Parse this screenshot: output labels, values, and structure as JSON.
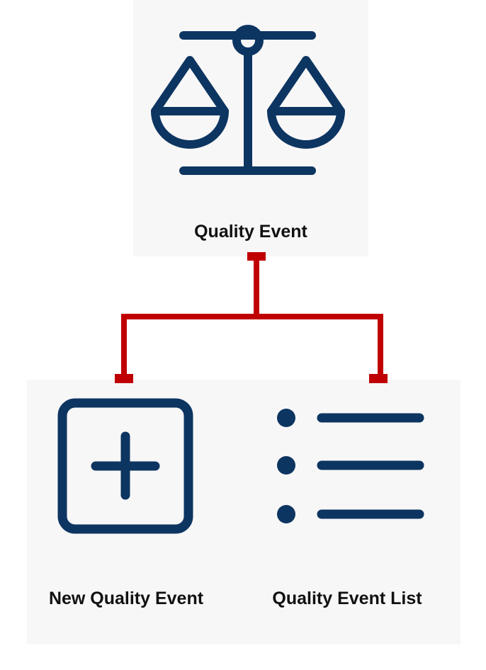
{
  "colors": {
    "icon": "#0d3561",
    "connector": "#c00000",
    "panel": "#f7f7f7",
    "text": "#111111"
  },
  "root": {
    "label": "Quality Event",
    "icon": "scale-balance-icon"
  },
  "children": [
    {
      "label": "New Quality Event",
      "icon": "plus-square-icon"
    },
    {
      "label": "Quality Event List",
      "icon": "bullet-list-icon"
    }
  ]
}
